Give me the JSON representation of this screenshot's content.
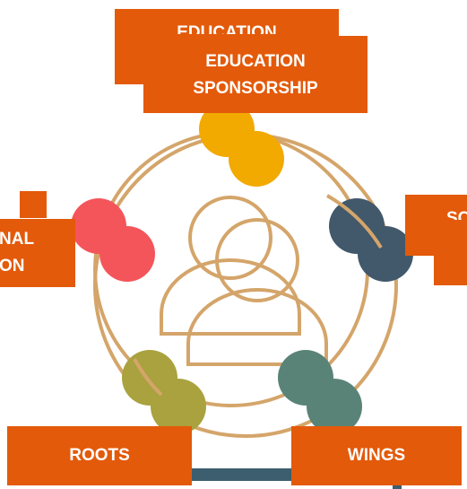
{
  "labels": {
    "top_ghost": "EDUCATION",
    "top_line1": "EDUCATION",
    "top_line2": "SPONSORSHIP",
    "left_line1": "NAL",
    "left_line2": "ON",
    "right_ghost": "SC",
    "bottom_left": "ROOTS",
    "bottom_right": "WINGS"
  },
  "colors": {
    "label_background": "#e35a0a",
    "label_text": "#ffffff",
    "ring": "#d4a56a",
    "node_top": "#f2a900",
    "node_left": "#f4555a",
    "node_right": "#42586b",
    "node_bottom_right": "#5a8378",
    "node_bottom_left": "#a9a23e",
    "connector": "#3d5e6e"
  },
  "icons": {
    "center": "people-icon"
  }
}
